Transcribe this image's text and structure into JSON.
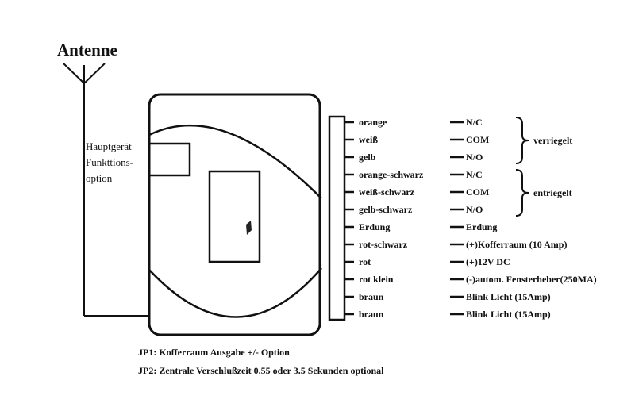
{
  "antenna_label": "Antenne",
  "main_unit_label": [
    "Hauptgerät",
    "Funkttions-",
    "option"
  ],
  "wires": [
    {
      "color": "orange",
      "signal": "N/C"
    },
    {
      "color": "weiß",
      "signal": "COM"
    },
    {
      "color": "gelb",
      "signal": "N/O"
    },
    {
      "color": "orange-schwarz",
      "signal": "N/C"
    },
    {
      "color": "weiß-schwarz",
      "signal": "COM"
    },
    {
      "color": "gelb-schwarz",
      "signal": "N/O"
    },
    {
      "color": "Erdung",
      "signal": "Erdung"
    },
    {
      "color": "rot-schwarz",
      "signal": "(+)Kofferraum (10 Amp)"
    },
    {
      "color": "rot",
      "signal": "(+)12V DC"
    },
    {
      "color": "rot klein",
      "signal": "(-)autom. Fensterheber(250MA)"
    },
    {
      "color": "braun",
      "signal": "Blink Licht (15Amp)"
    },
    {
      "color": "braun",
      "signal": "Blink Licht (15Amp)"
    }
  ],
  "groups": [
    {
      "label": "verriegelt",
      "first_wire": 0,
      "last_wire": 2
    },
    {
      "label": "entriegelt",
      "first_wire": 3,
      "last_wire": 5
    }
  ],
  "notes": [
    "JP1: Kofferraum Ausgabe +/- Option",
    "JP2: Zentrale Verschlußzeit 0.55 oder 3.5 Sekunden optional"
  ]
}
